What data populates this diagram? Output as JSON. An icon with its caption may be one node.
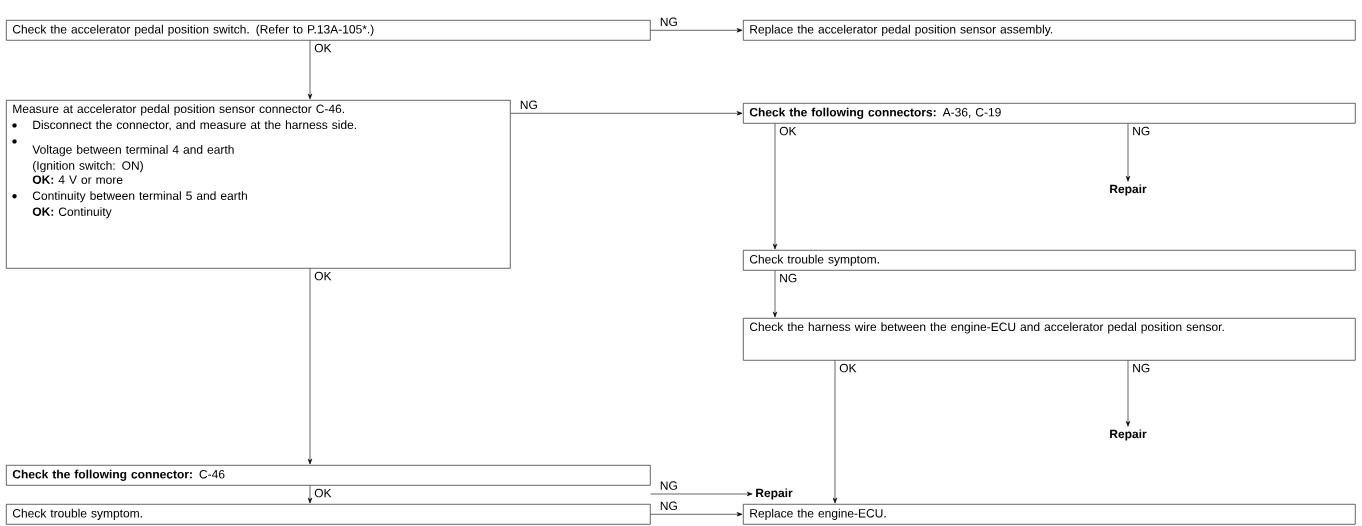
{
  "diagram": {
    "nodes": [
      {
        "text": [
          "Check the accelerator pedal position switch. (Refer to P.13A-105*.)"
        ]
      },
      {
        "text": [
          "Replace the accelerator pedal position sensor assembly."
        ]
      },
      {
        "text": [
          "Measure at accelerator pedal position sensor connector C-46.",
          "Disconnect the connector, and measure at the harness side.",
          "Voltage between terminal 4 and earth (Ignition switch: ON)",
          "**OK:** 4 V or more",
          "Continuity between terminal 5 and earth",
          "**OK:** Continuity"
        ]
      },
      {
        "text": [
          "**Check the following connectors:** A-36, C-19"
        ]
      },
      {
        "text": [
          "Repair"
        ]
      },
      {
        "text": [
          "Check trouble symptom."
        ]
      },
      {
        "text": [
          "Check the harness wire between the engine-ECU and accelerator pedal position sensor."
        ]
      },
      {
        "text": [
          "Repair"
        ]
      },
      {
        "text": [
          "**Check the following connector:** C-46"
        ]
      },
      {
        "text": [
          "Repair"
        ]
      },
      {
        "text": [
          "Check trouble symptom."
        ]
      },
      {
        "text": [
          "Replace the engine-ECU."
        ]
      }
    ],
    "edges": [
      {
        "from": 0,
        "to": 1,
        "arrow": "to",
        "label": "NG"
      },
      {
        "from": 0,
        "to": 2,
        "arrow": "to",
        "label": "OK"
      },
      {
        "from": 2,
        "to": 3,
        "arrow": "to",
        "label": "NG"
      },
      {
        "from": 3,
        "to": 5,
        "arrow": "to",
        "label": "OK"
      },
      {
        "from": 3,
        "to": 4,
        "arrow": "to",
        "label": "NG"
      },
      {
        "from": 5,
        "to": 6,
        "arrow": "to",
        "label": "NG"
      },
      {
        "from": 6,
        "to": 11,
        "arrow": "to",
        "label": "OK"
      },
      {
        "from": 6,
        "to": 7,
        "arrow": "to",
        "label": "NG"
      },
      {
        "from": 2,
        "to": 8,
        "arrow": "to",
        "label": "OK"
      },
      {
        "from": 8,
        "to": 9,
        "arrow": "to",
        "label": "NG"
      },
      {
        "from": 8,
        "to": 10,
        "arrow": "to",
        "label": "OK"
      },
      {
        "from": 10,
        "to": 11,
        "arrow": "to",
        "label": "NG"
      }
    ]
  }
}
